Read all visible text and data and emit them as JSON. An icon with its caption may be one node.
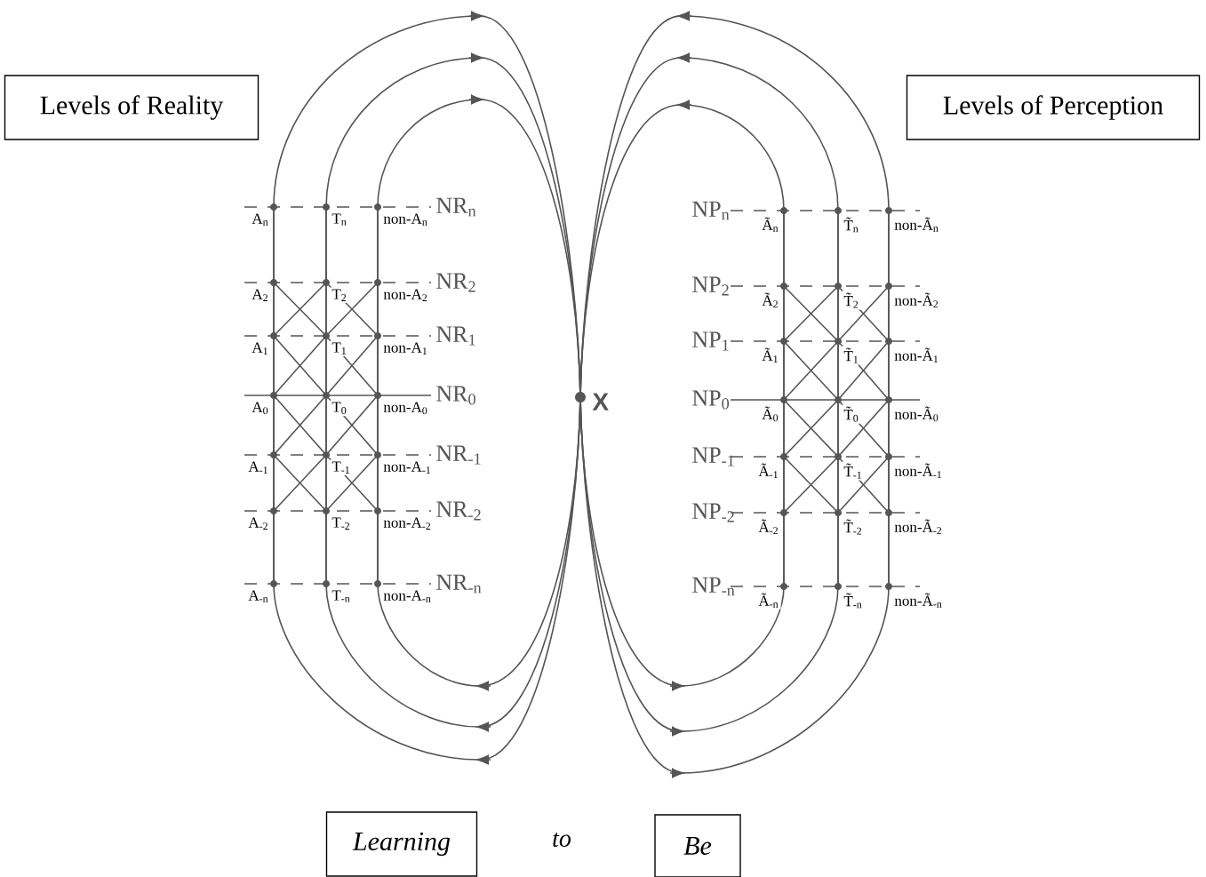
{
  "diagram": {
    "nodes": [
      {
        "text": [
          "Levels of Reality"
        ]
      },
      {
        "text": [
          "Levels of Perception"
        ]
      },
      {
        "text": [
          "Learning"
        ]
      },
      {
        "text": [
          "Be"
        ]
      }
    ],
    "labels": [
      "A$_{n}$",
      "T$_{n}$",
      "non-A$_{n}$",
      "NR$_{n}$",
      "NP$_{n}$",
      "Ã$_{n}$",
      "T̃$_{n}$",
      "non-Ã$_{n}$",
      "A$_{2}$",
      "T$_{2}$",
      "non-A$_{2}$",
      "NR$_{2}$",
      "NP$_{2}$",
      "Ã$_{2}$",
      "T̃$_{2}$",
      "non-Ã$_{2}$",
      "A$_{1}$",
      "T$_{1}$",
      "non-A$_{1}$",
      "NR$_{1}$",
      "NP$_{1}$",
      "Ã$_{1}$",
      "T̃$_{1}$",
      "non-Ã$_{1}$",
      "A$_{0}$",
      "T$_{0}$",
      "non-A$_{0}$",
      "NR$_{0}$",
      "NP$_{0}$",
      "Ã$_{0}$",
      "T̃$_{0}$",
      "non-Ã$_{0}$",
      "A$_{-1}$",
      "T$_{-1}$",
      "non-A$_{-1}$",
      "NR$_{-1}$",
      "NP$_{-1}$",
      "Ã$_{-1}$",
      "T̃$_{-1}$",
      "non-Ã$_{-1}$",
      "A$_{-2}$",
      "T$_{-2}$",
      "non-A$_{-2}$",
      "NR$_{-2}$",
      "NP$_{-2}$",
      "Ã$_{-2}$",
      "T̃$_{-2}$",
      "non-Ã$_{-2}$",
      "A$_{-n}$",
      "T$_{-n}$",
      "non-A$_{-n}$",
      "NR$_{-n}$",
      "NP$_{-n}$",
      "Ã$_{-n}$",
      "T̃$_{-n}$",
      "non-Ã$_{-n}$",
      "X",
      "to"
    ]
  }
}
